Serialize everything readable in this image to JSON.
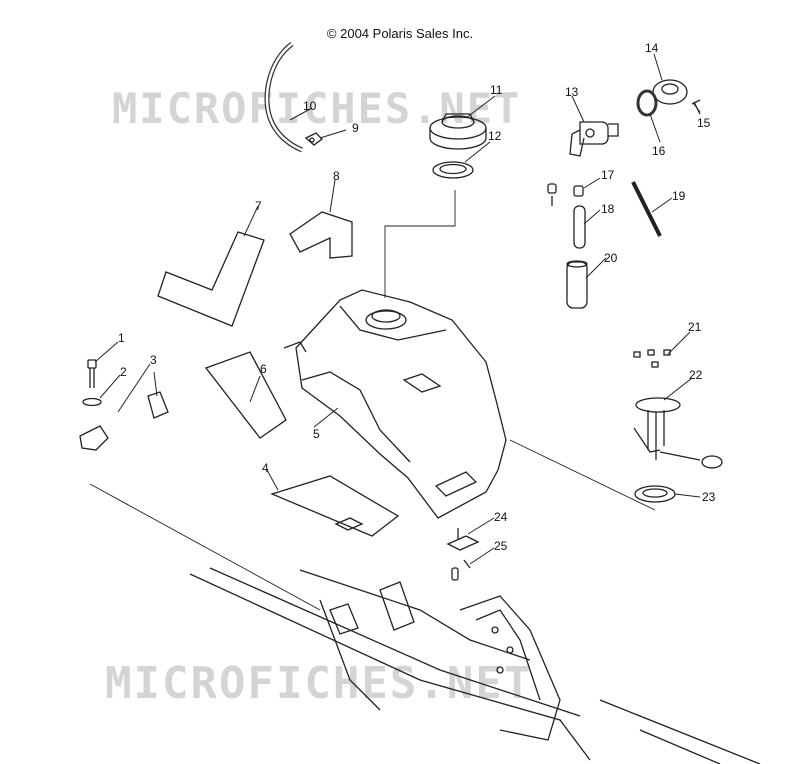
{
  "copyright": "© 2004 Polaris Sales Inc.",
  "watermark_top": "MICROFICHES.NET",
  "watermark_bottom": "MICROFICHES.NET",
  "callouts": [
    "1",
    "2",
    "3",
    "4",
    "5",
    "6",
    "7",
    "8",
    "9",
    "10",
    "11",
    "12",
    "13",
    "14",
    "15",
    "16",
    "17",
    "18",
    "19",
    "20",
    "21",
    "22",
    "23",
    "24",
    "25"
  ]
}
